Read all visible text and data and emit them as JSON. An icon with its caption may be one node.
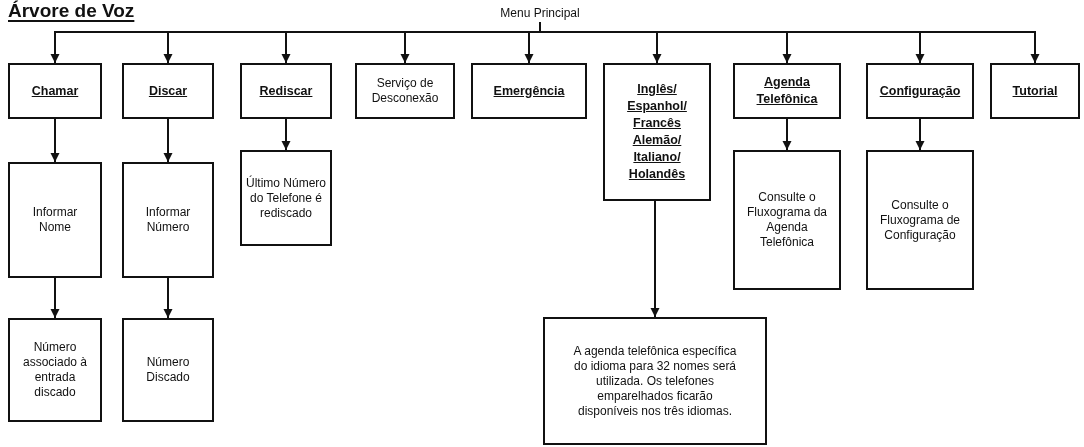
{
  "diagram": {
    "title": "Árvore de Voz",
    "nodes": [
      {
        "text": [
          "Menu Principal"
        ]
      },
      {
        "text": [
          "Chamar"
        ]
      },
      {
        "text": [
          "Discar"
        ]
      },
      {
        "text": [
          "Rediscar"
        ]
      },
      {
        "text": [
          "Serviço de Desconexão"
        ]
      },
      {
        "text": [
          "Emergência"
        ]
      },
      {
        "text": [
          "Inglês/ Espanhol/ Francês Alemão/ Italiano/ Holandês"
        ]
      },
      {
        "text": [
          "Agenda Telefônica"
        ]
      },
      {
        "text": [
          "Configuração"
        ]
      },
      {
        "text": [
          "Tutorial"
        ]
      },
      {
        "text": [
          "Informar Nome"
        ]
      },
      {
        "text": [
          "Informar Número"
        ]
      },
      {
        "text": [
          "Último Número do Telefone é rediscado"
        ]
      },
      {
        "text": [
          "Consulte o Fluxograma da Agenda Telefônica"
        ]
      },
      {
        "text": [
          "Consulte o Fluxograma de Configuração"
        ]
      },
      {
        "text": [
          "Número associado à entrada discado"
        ]
      },
      {
        "text": [
          "Número Discado"
        ]
      },
      {
        "text": [
          "A agenda telefônica específica do idioma para 32 nomes será utilizada. Os telefones emparelhados ficarão disponíveis nos três idiomas."
        ]
      }
    ],
    "edges": [
      {
        "from": 0,
        "to": 1,
        "arrow": "to"
      },
      {
        "from": 0,
        "to": 2,
        "arrow": "to"
      },
      {
        "from": 0,
        "to": 3,
        "arrow": "to"
      },
      {
        "from": 0,
        "to": 4,
        "arrow": "to"
      },
      {
        "from": 0,
        "to": 5,
        "arrow": "to"
      },
      {
        "from": 0,
        "to": 6,
        "arrow": "to"
      },
      {
        "from": 0,
        "to": 7,
        "arrow": "to"
      },
      {
        "from": 0,
        "to": 8,
        "arrow": "to"
      },
      {
        "from": 0,
        "to": 9,
        "arrow": "to"
      },
      {
        "from": 1,
        "to": 10,
        "arrow": "to"
      },
      {
        "from": 2,
        "to": 11,
        "arrow": "to"
      },
      {
        "from": 3,
        "to": 12,
        "arrow": "to"
      },
      {
        "from": 6,
        "to": 17,
        "arrow": "to"
      },
      {
        "from": 7,
        "to": 13,
        "arrow": "to"
      },
      {
        "from": 8,
        "to": 14,
        "arrow": "to"
      },
      {
        "from": 10,
        "to": 15,
        "arrow": "to"
      },
      {
        "from": 11,
        "to": 16,
        "arrow": "to"
      }
    ]
  }
}
